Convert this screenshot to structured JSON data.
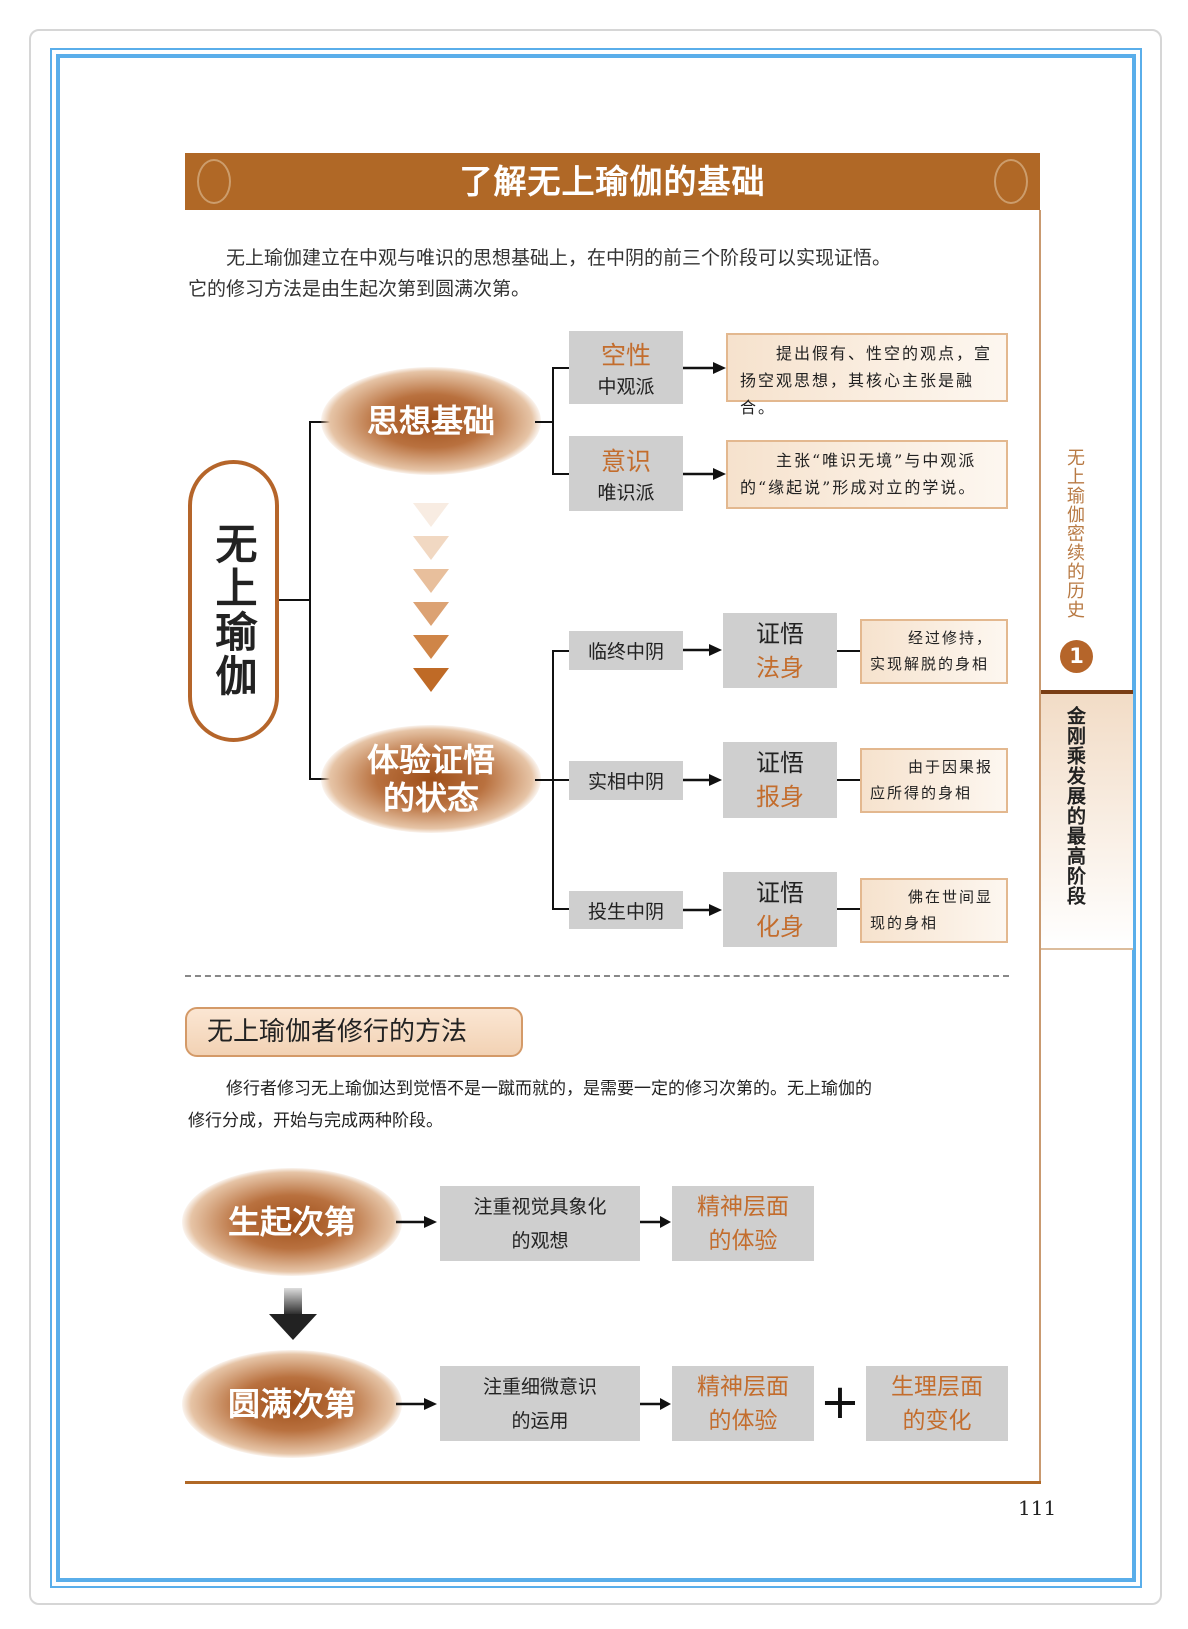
{
  "header": {
    "title": "了解无上瑜伽的基础"
  },
  "intro": {
    "line1": "无上瑜伽建立在中观与唯识的思想基础上，在中阴的前三个阶段可以实现证悟。",
    "line2": "它的修习方法是由生起次第到圆满次第。"
  },
  "diagram": {
    "root": "无上瑜伽",
    "foundation": {
      "label": "思想基础",
      "schools": [
        {
          "concept": "空性",
          "school": "中观派",
          "desc": "提出假有、性空的观点，宣扬空观思想，其核心主张是融合。"
        },
        {
          "concept": "意识",
          "school": "唯识派",
          "desc": "主张“唯识无境”与中观派的“缘起说”形成对立的学说。"
        }
      ]
    },
    "experience": {
      "label_line1": "体验证悟",
      "label_line2": "的状态",
      "stages": [
        {
          "bardo": "临终中阴",
          "top": "证悟",
          "body": "法身",
          "desc": "经过修持，实现解脱的身相"
        },
        {
          "bardo": "实相中阴",
          "top": "证悟",
          "body": "报身",
          "desc": "由于因果报应所得的身相"
        },
        {
          "bardo": "投生中阴",
          "top": "证悟",
          "body": "化身",
          "desc": "佛在世间显现的身相"
        }
      ]
    }
  },
  "section2": {
    "heading": "无上瑜伽者修行的方法",
    "para1": "修行者修习无上瑜伽达到觉悟不是一蹴而就的，是需要一定的修习次第的。无上瑜伽的",
    "para2": "修行分成，开始与完成两种阶段。",
    "stage1": {
      "label": "生起次第",
      "focus_l1": "注重视觉具象化",
      "focus_l2": "的观想",
      "result_l1": "精神层面",
      "result_l2": "的体验"
    },
    "stage2": {
      "label": "圆满次第",
      "focus_l1": "注重细微意识",
      "focus_l2": "的运用",
      "result_l1": "精神层面",
      "result_l2": "的体验",
      "plus": "+",
      "extra_l1": "生理层面",
      "extra_l2": "的变化"
    }
  },
  "sidebar": {
    "chapter": "无上瑜伽密续的历史",
    "chapter_num": "1",
    "section": "金刚乘发展的最高阶段"
  },
  "page_number": "111",
  "colors": {
    "brown": "#b06826",
    "orange_text": "#c36d2d",
    "gray_box": "#cfcfcf",
    "frame_blue": "#5aaeea"
  }
}
